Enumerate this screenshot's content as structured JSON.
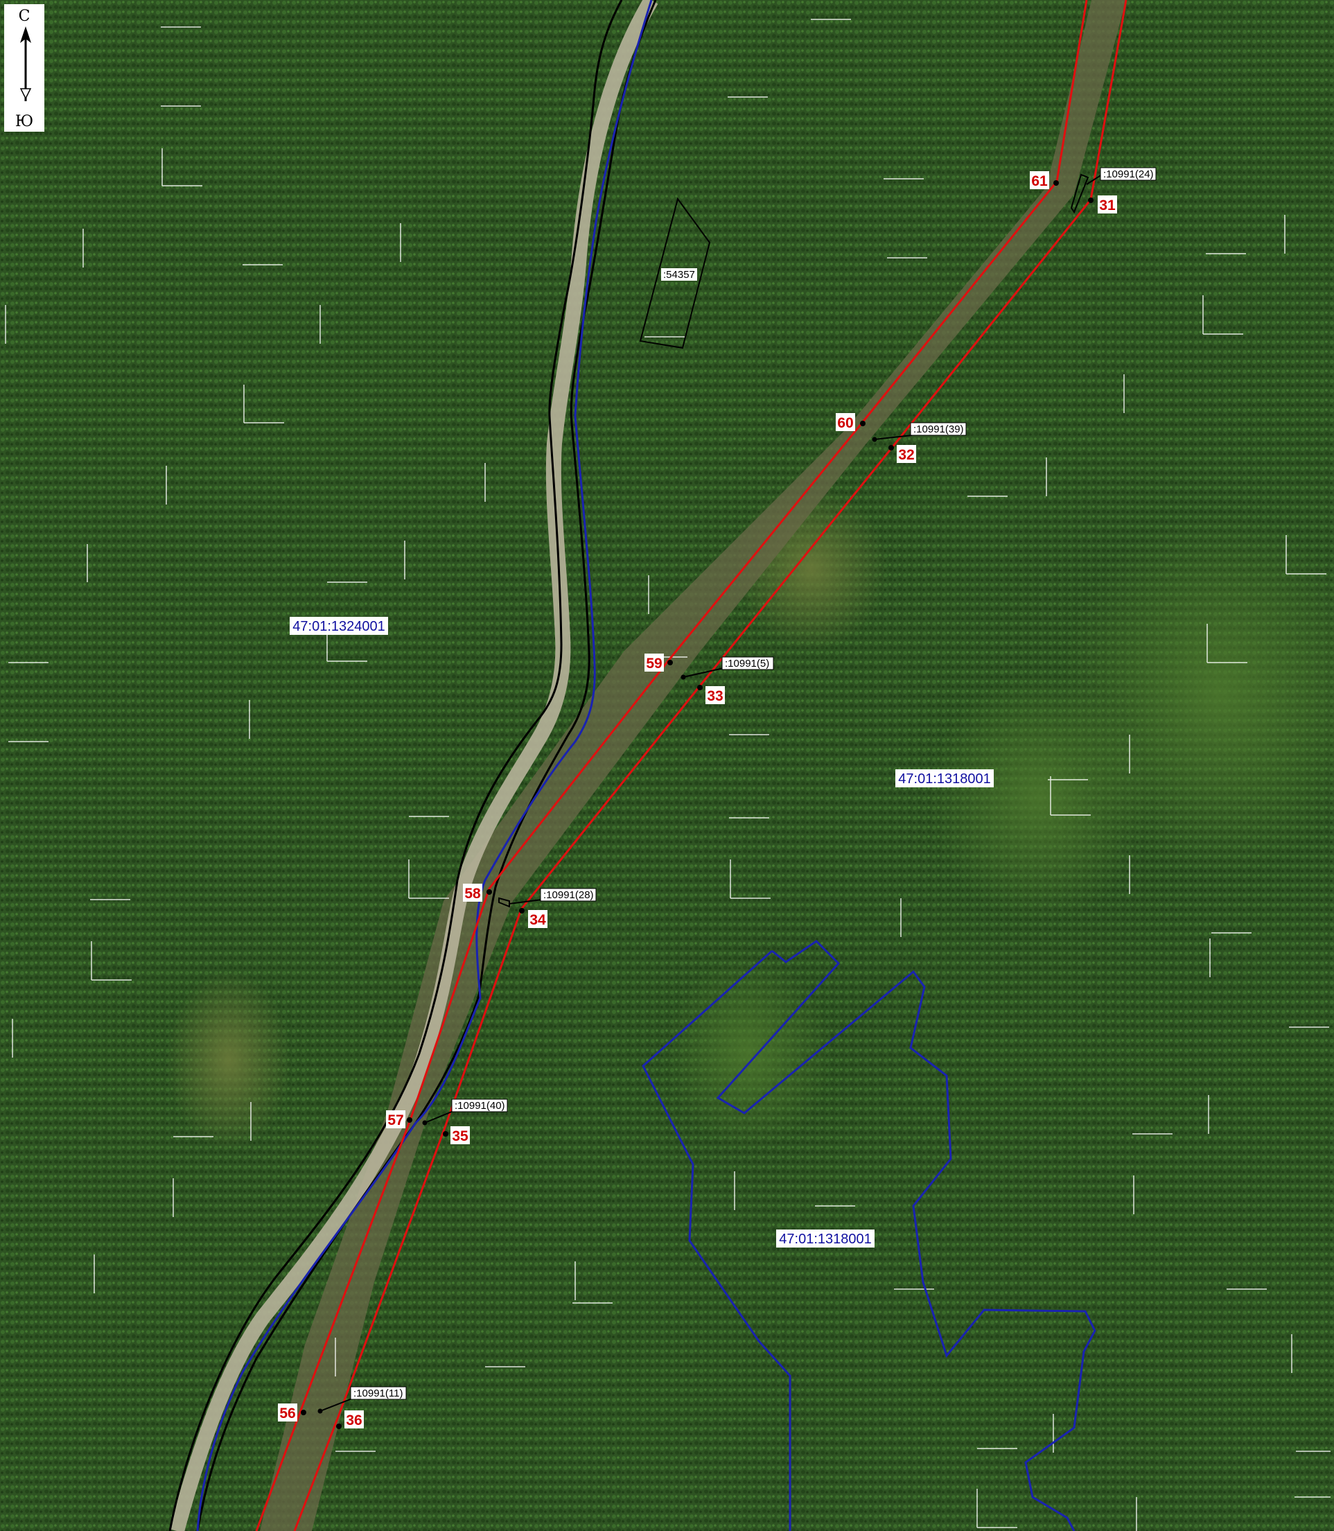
{
  "compass": {
    "north": "С",
    "south": "Ю"
  },
  "colors": {
    "forest": "#2f5524",
    "boundary_red": "#e01010",
    "cadastral_blue": "#1a23b0",
    "road_black": "#000000",
    "label_red": "#d00000"
  },
  "zones": [
    {
      "id": "z1324001",
      "label": "47:01:1324001"
    },
    {
      "id": "z1318001a",
      "label": "47:01:1318001"
    },
    {
      "id": "z1318001b",
      "label": "47:01:1318001"
    }
  ],
  "points": [
    {
      "id": "p61",
      "label": "61"
    },
    {
      "id": "p31",
      "label": "31"
    },
    {
      "id": "p60",
      "label": "60"
    },
    {
      "id": "p32",
      "label": "32"
    },
    {
      "id": "p59",
      "label": "59"
    },
    {
      "id": "p33",
      "label": "33"
    },
    {
      "id": "p58",
      "label": "58"
    },
    {
      "id": "p34",
      "label": "34"
    },
    {
      "id": "p57",
      "label": "57"
    },
    {
      "id": "p35",
      "label": "35"
    },
    {
      "id": "p56",
      "label": "56"
    },
    {
      "id": "p36",
      "label": "36"
    }
  ],
  "parcels": [
    {
      "id": "parcel24",
      "label": ":10991(24)"
    },
    {
      "id": "parcel39",
      "label": ":10991(39)"
    },
    {
      "id": "parcel5",
      "label": ":10991(5)"
    },
    {
      "id": "parcel28",
      "label": ":10991(28)"
    },
    {
      "id": "parcel40",
      "label": ":10991(40)"
    },
    {
      "id": "parcel11",
      "label": ":10991(11)"
    }
  ],
  "objects": [
    {
      "id": "obj54357",
      "label": ":54357"
    }
  ]
}
